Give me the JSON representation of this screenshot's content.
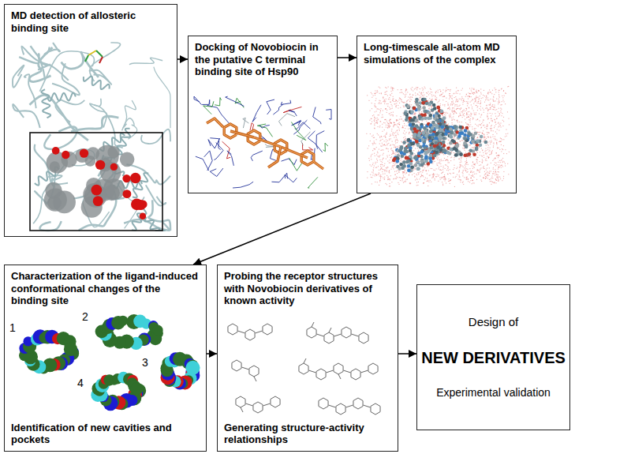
{
  "diagram": {
    "nodes": [
      {
        "text": [
          "MD detection of allosteric binding site"
        ]
      },
      {
        "text": [
          "Docking of Novobiocin in the putative C terminal binding site of Hsp90"
        ]
      },
      {
        "text": [
          "Long-timescale all-atom MD simulations of the complex"
        ]
      },
      {
        "text": [
          "Characterization of the ligand-induced conformational changes of the binding site",
          "Identification of new cavities and pockets"
        ]
      },
      {
        "text": [
          "Probing the receptor structures with Novobiocin derivatives of known activity",
          "Generating structure-activity relationships"
        ]
      },
      {
        "text": [
          "Design of",
          "NEW DERIVATIVES",
          "Experimental validation"
        ]
      }
    ],
    "edges": [
      {
        "from": 0,
        "to": 1,
        "arrow": "to"
      },
      {
        "from": 1,
        "to": 2,
        "arrow": "to"
      },
      {
        "from": 2,
        "to": 3,
        "arrow": "to"
      },
      {
        "from": 3,
        "to": 4,
        "arrow": "to"
      },
      {
        "from": 4,
        "to": 5,
        "arrow": "to"
      }
    ],
    "labels": [
      "1",
      "2",
      "3",
      "4"
    ]
  }
}
